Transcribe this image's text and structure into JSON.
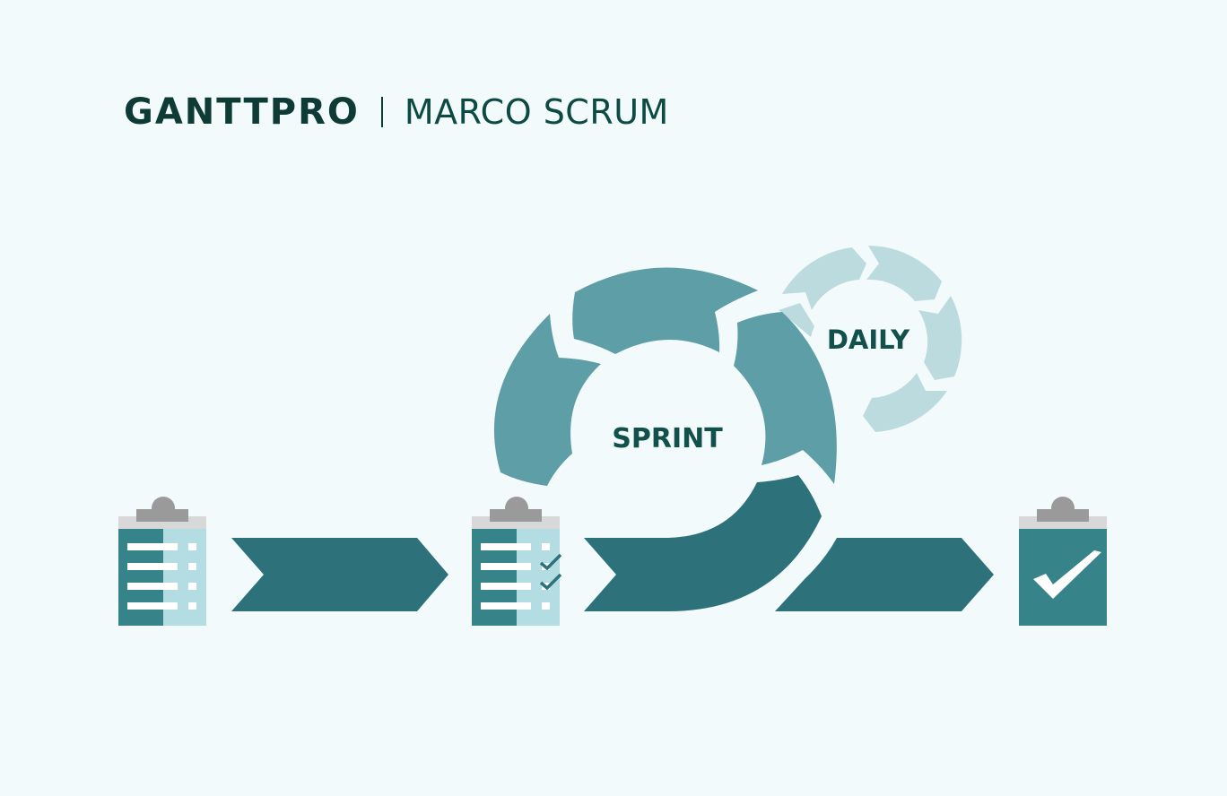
{
  "header": {
    "logo_text": "GANTTPRO",
    "title": "MARCO SCRUM"
  },
  "diagram": {
    "sprint_label": "SPRINT",
    "daily_label": "DAILY"
  },
  "colors": {
    "background": "#f3fafc",
    "sprint_cycle": "#5e9ea6",
    "arrow_dark": "#2d727a",
    "daily_cycle": "#bcdbde",
    "clipboard_left": "#37838a",
    "clipboard_right": "#b3dde3",
    "final_clipboard": "#37838a",
    "clip_gray": "#9a9a9a",
    "text_dark": "#0e3b36"
  }
}
